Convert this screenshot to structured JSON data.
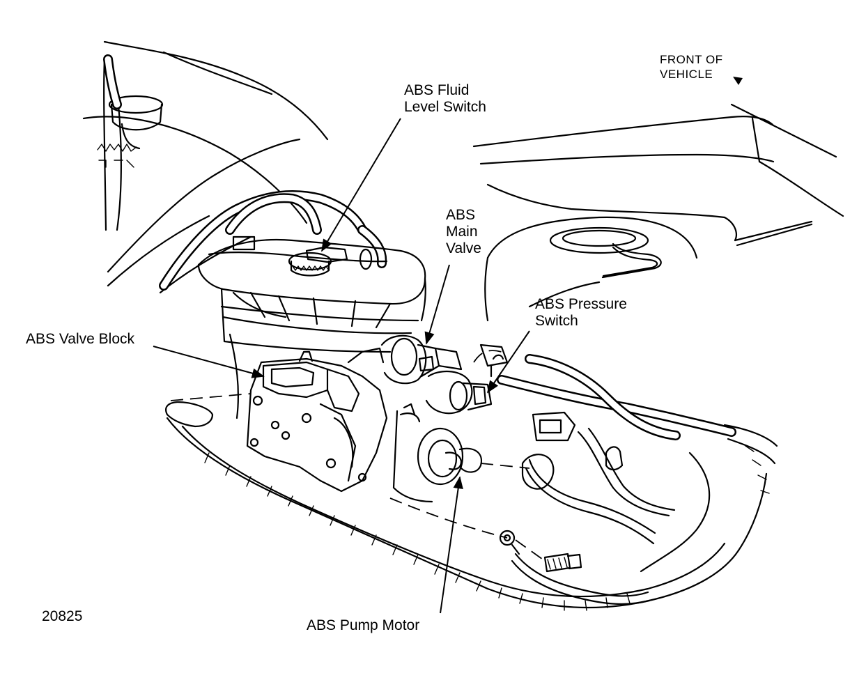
{
  "figure": {
    "id_number": "20825",
    "front_of_vehicle": "FRONT OF\nVEHICLE"
  },
  "callouts": {
    "fluid_level_switch": "ABS Fluid\nLevel Switch",
    "main_valve": "ABS\nMain\nValve",
    "pressure_switch": "ABS Pressure\nSwitch",
    "valve_block": "ABS Valve Block",
    "pump_motor": "ABS Pump Motor"
  }
}
